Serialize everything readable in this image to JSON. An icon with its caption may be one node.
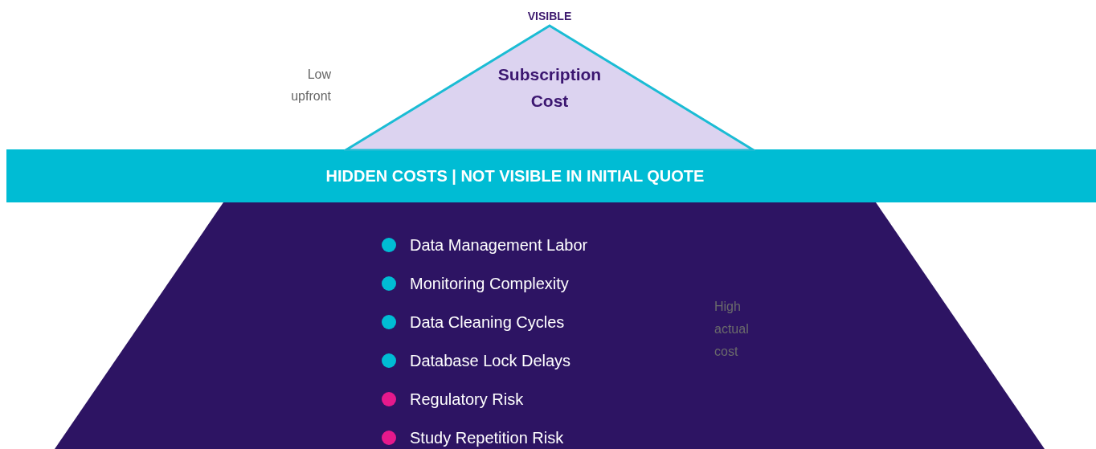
{
  "diagram": {
    "nodes": [
      {
        "text": [
          "VISIBLE",
          "Subscription Cost"
        ],
        "beside": [
          "Low upfront"
        ]
      },
      {
        "text": [
          "HIDDEN COSTS | NOT VISIBLE IN INITIAL QUOTE"
        ]
      },
      {
        "text": [
          "Data Management Labor",
          "Monitoring Complexity",
          "Data Cleaning Cycles",
          "Database Lock Delays",
          "Regulatory Risk",
          "Study Repetition Risk",
          "High actual cost"
        ]
      }
    ]
  }
}
